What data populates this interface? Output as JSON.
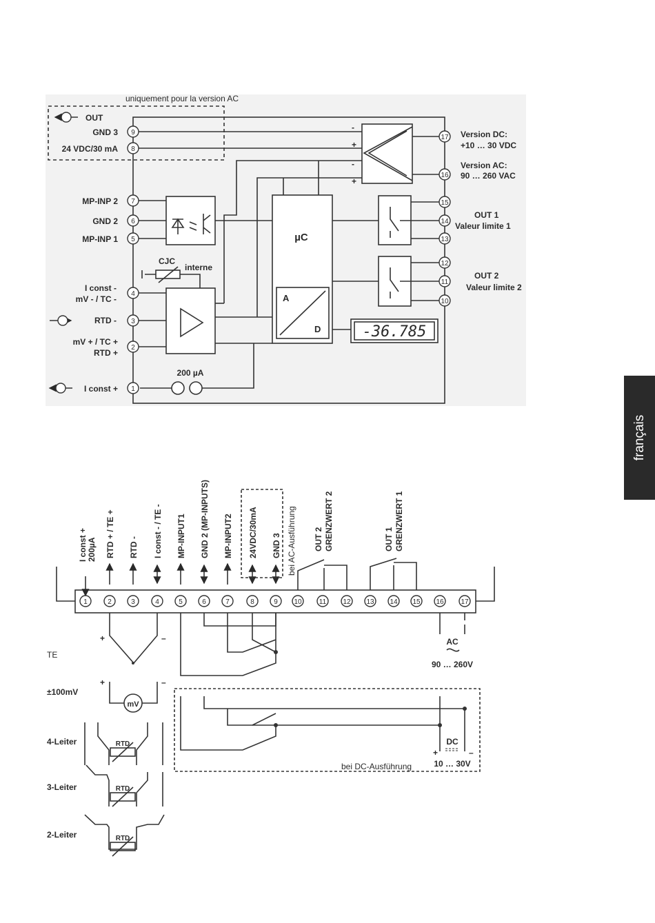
{
  "language_tab": "français",
  "block_diagram": {
    "ac_only_note": "uniquement pour la version AC",
    "left_labels": {
      "out": "OUT",
      "gnd3": "GND 3",
      "supply": "24 VDC/30 mA",
      "mp_inp2": "MP-INP 2",
      "gnd2": "GND 2",
      "mp_inp1": "MP-INP 1",
      "cjc": "CJC",
      "interne": "interne",
      "iconst_minus": "I const -",
      "mv_tc_minus": "mV - / TC -",
      "rtd_minus": "RTD -",
      "mv_tc_plus": "mV + / TC +",
      "rtd_plus": "RTD +",
      "current_source": "200 µA",
      "iconst_plus": "I const +"
    },
    "terminals": {
      "t9": "9",
      "t8": "8",
      "t7": "7",
      "t6": "6",
      "t5": "5",
      "t4": "4",
      "t3": "3",
      "t2": "2",
      "t1": "1",
      "t17": "17",
      "t16": "16",
      "t15": "15",
      "t14": "14",
      "t13": "13",
      "t12": "12",
      "t11": "11",
      "t10": "10"
    },
    "blocks": {
      "uc": "µC",
      "adc_a": "A",
      "adc_d": "D",
      "display_value": "-36.785"
    },
    "right_labels": {
      "dc_title": "Version DC:",
      "dc_range": "+10 … 30 VDC",
      "ac_title": "Version AC:",
      "ac_range": "90 … 260 VAC",
      "out1": "OUT 1",
      "out1_desc": "Valeur limite 1",
      "out2": "OUT 2",
      "out2_desc": "Valeur limite  2"
    },
    "signs": {
      "minus": "-",
      "plus": "+"
    }
  },
  "wiring": {
    "headers": {
      "h1a": "I const +",
      "h1b": "200µA",
      "h2": "RTD + / TE +",
      "h3": "RTD -",
      "h4": "I const - / TE -",
      "h5": "MP-INPUT1",
      "h6": "GND 2 (MP-INPUTS)",
      "h7": "MP-INPUT2",
      "h8": "24VDC/30mA",
      "h9": "GND 3",
      "ac_note": "bei AC-Ausführung",
      "out2": "OUT 2",
      "gw2": "GRENZWERT 2",
      "out1": "OUT 1",
      "gw1": "GRENZWERT 1"
    },
    "terminals": [
      "1",
      "2",
      "3",
      "4",
      "5",
      "6",
      "7",
      "8",
      "9",
      "10",
      "11",
      "12",
      "13",
      "14",
      "15",
      "16",
      "17"
    ],
    "sensors": {
      "te": "TE",
      "mv100": "±100mV",
      "mv_symbol": "mV",
      "leiter4": "4-Leiter",
      "leiter3": "3-Leiter",
      "leiter2": "2-Leiter",
      "rtd": "RTD"
    },
    "supply": {
      "ac": "AC",
      "ac_range": "90 … 260V",
      "dc": "DC",
      "dc_range": "10 … 30V",
      "dc_note": "bei DC-Ausführung",
      "plus": "+",
      "minus": "–"
    }
  }
}
